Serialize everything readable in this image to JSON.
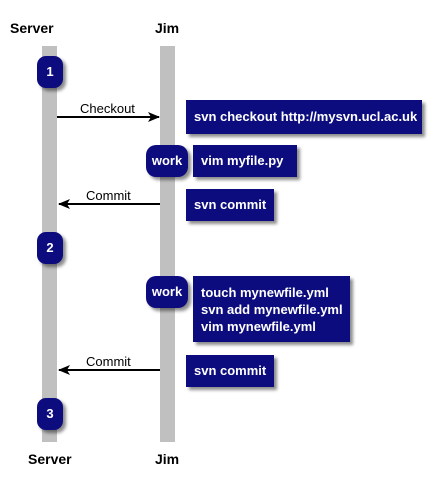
{
  "participants": {
    "server": "Server",
    "jim": "Jim"
  },
  "steps": [
    "1",
    "2",
    "3"
  ],
  "messages": {
    "checkout": "Checkout",
    "commit_1": "Commit",
    "commit_2": "Commit"
  },
  "work_label": "work",
  "commands": {
    "checkout": [
      "svn checkout http://mysvn.ucl.ac.uk"
    ],
    "work_1": [
      "vim myfile.py"
    ],
    "commit_1": [
      "svn commit"
    ],
    "work_2": [
      "touch mynewfile.yml",
      "svn add mynewfile.yml",
      "vim mynewfile.yml"
    ],
    "commit_2": [
      "svn commit"
    ]
  },
  "colors": {
    "box": "#0c0c7e",
    "lane": "#c0c0c0",
    "text_on_box": "#ffffff",
    "arrow": "#000000"
  }
}
